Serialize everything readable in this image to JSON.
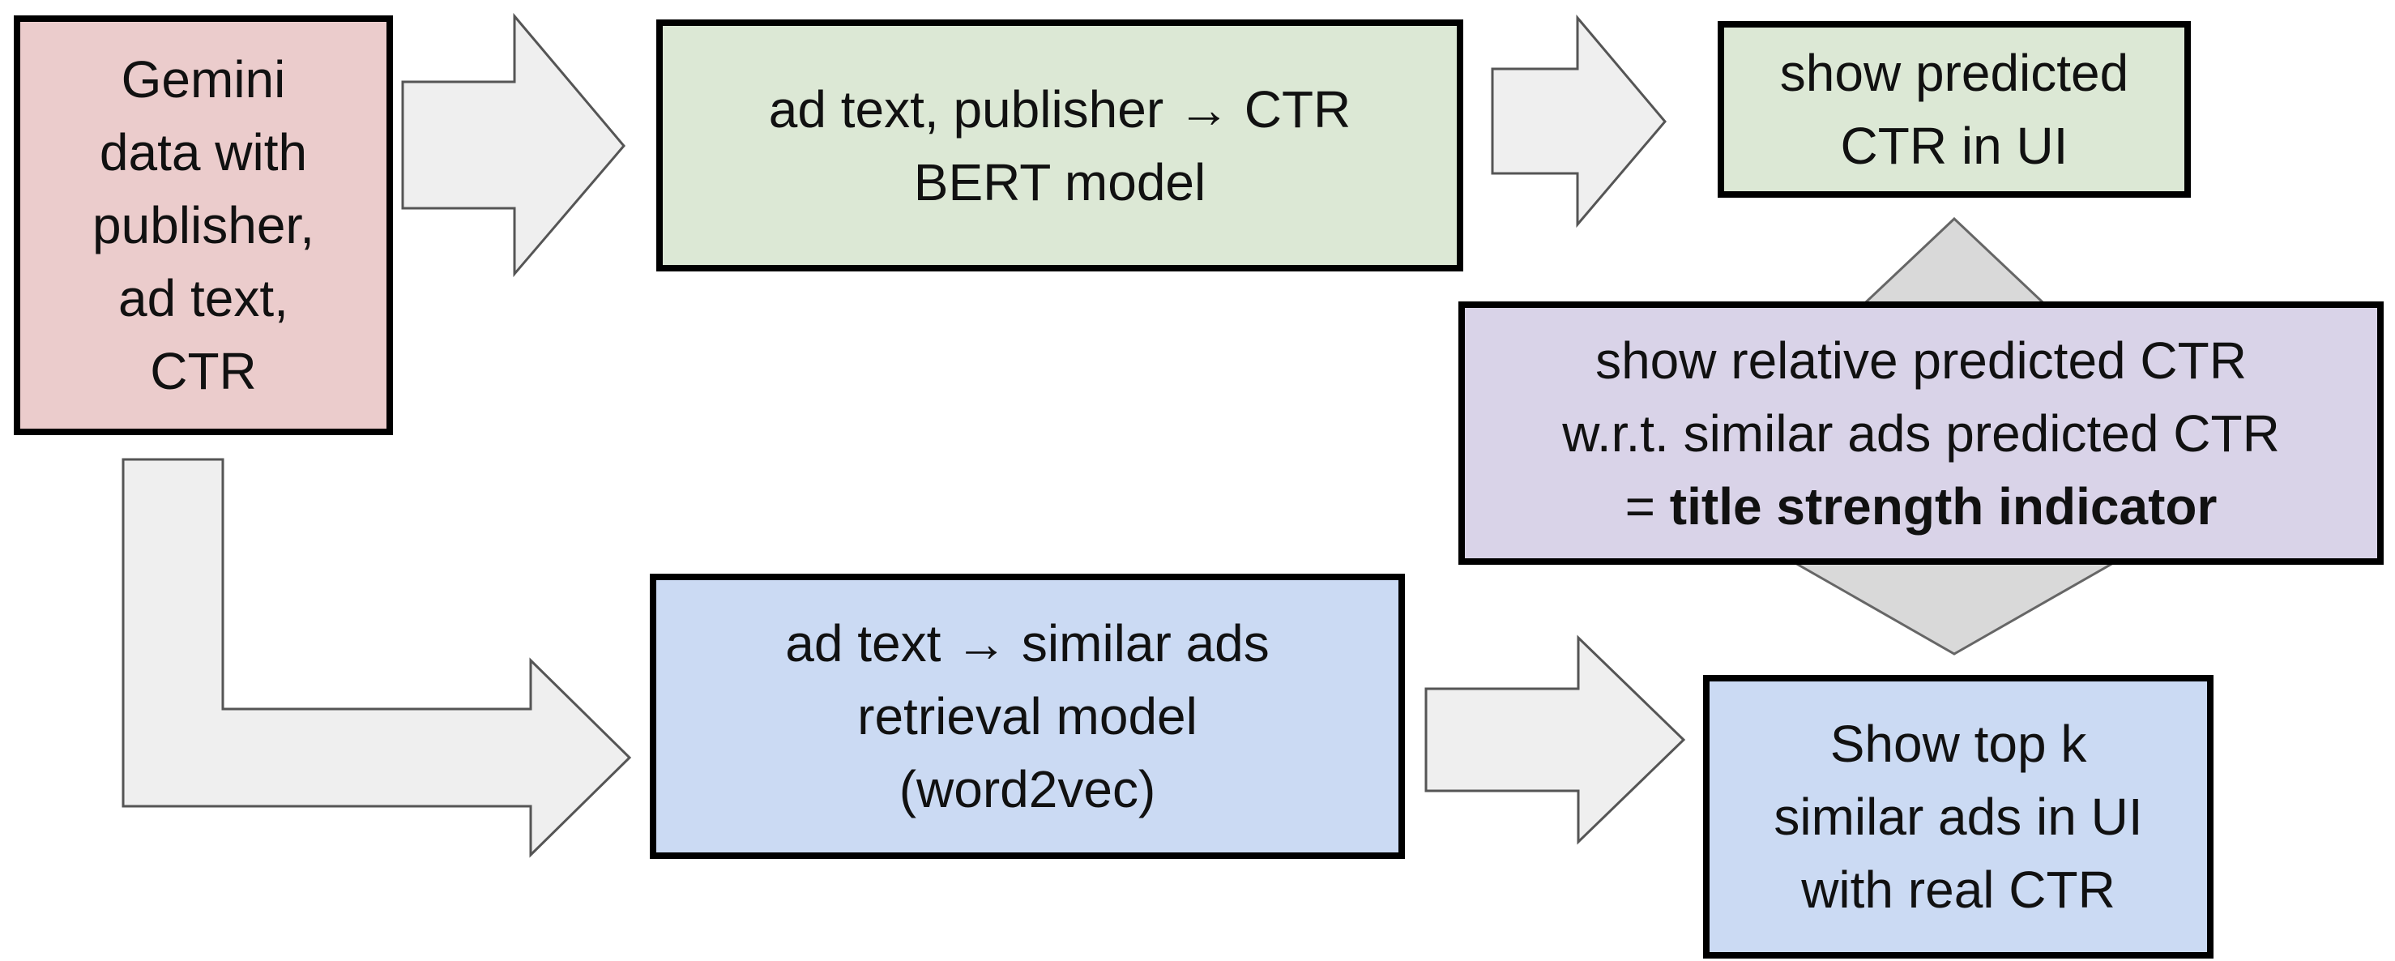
{
  "colors": {
    "source": "#ebcccc",
    "bert": "#dce8d5",
    "retrieval": "#cbdaf3",
    "indicator": "#d9d3e8",
    "arrow_fill": "#efefef",
    "arrow_stroke": "#555555",
    "border": "#000000"
  },
  "boxes": {
    "source": {
      "lines": [
        "Gemini",
        "data with",
        "publisher,",
        "ad text,",
        "CTR"
      ]
    },
    "bert": {
      "lines": [
        "ad text, publisher → CTR",
        "BERT model"
      ]
    },
    "predicted_ctr": {
      "lines": [
        "show predicted",
        "CTR in UI"
      ]
    },
    "indicator": {
      "line1": "show relative predicted CTR",
      "line2": "w.r.t. similar ads predicted CTR",
      "line3_prefix": "= ",
      "line3_bold": "title strength indicator"
    },
    "retrieval": {
      "lines": [
        "ad text → similar ads",
        "retrieval model",
        "(word2vec)"
      ]
    },
    "top_k": {
      "lines": [
        "Show top k",
        "similar ads in UI",
        "with real CTR"
      ]
    }
  }
}
